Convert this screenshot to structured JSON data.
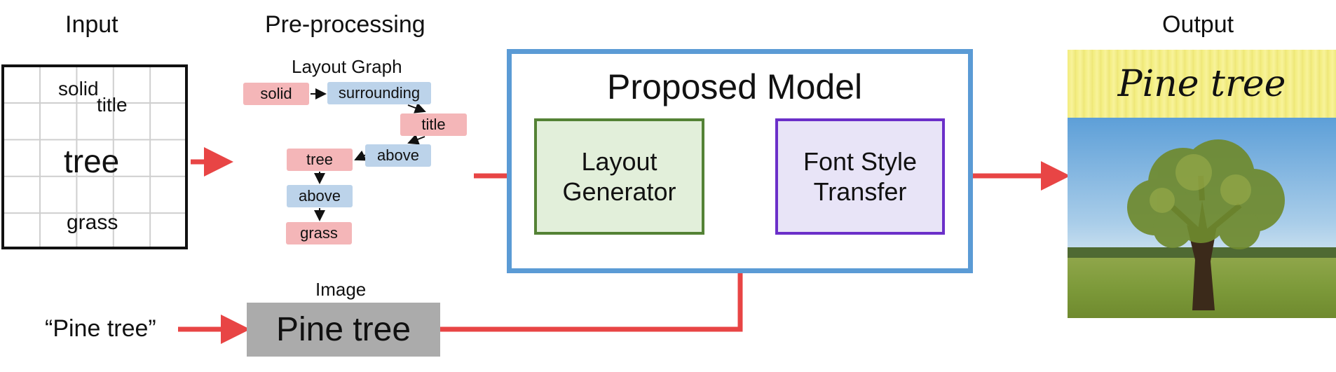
{
  "headings": {
    "input": "Input",
    "preprocessing": "Pre-processing",
    "output": "Output"
  },
  "input": {
    "grid_words": [
      "solid",
      "title",
      "tree",
      "grass"
    ],
    "text_prompt": "“Pine tree”"
  },
  "layout_graph": {
    "label": "Layout Graph",
    "nodes": {
      "solid": "solid",
      "surrounding": "surrounding",
      "title": "title",
      "above_1": "above",
      "tree": "tree",
      "above_2": "above",
      "grass": "grass"
    }
  },
  "image": {
    "label": "Image",
    "text": "Pine tree"
  },
  "model": {
    "title": "Proposed Model",
    "layout_generator": [
      "Layout",
      "Generator"
    ],
    "font_style_transfer": [
      "Font Style",
      "Transfer"
    ]
  },
  "output": {
    "banner_text": "Pine tree"
  },
  "colors": {
    "arrow": "#e84545",
    "pink_node": "#f4b6b8",
    "blue_node": "#bcd3ea",
    "model_border": "#5b9bd5",
    "generator_border": "#548235",
    "generator_fill": "#e2efda",
    "transfer_border": "#6b2fc9",
    "transfer_fill": "#e8e4f7",
    "image_box": "#ababab"
  },
  "icons": [
    "arrow-right-icon",
    "graph-edge-arrow-icon"
  ]
}
